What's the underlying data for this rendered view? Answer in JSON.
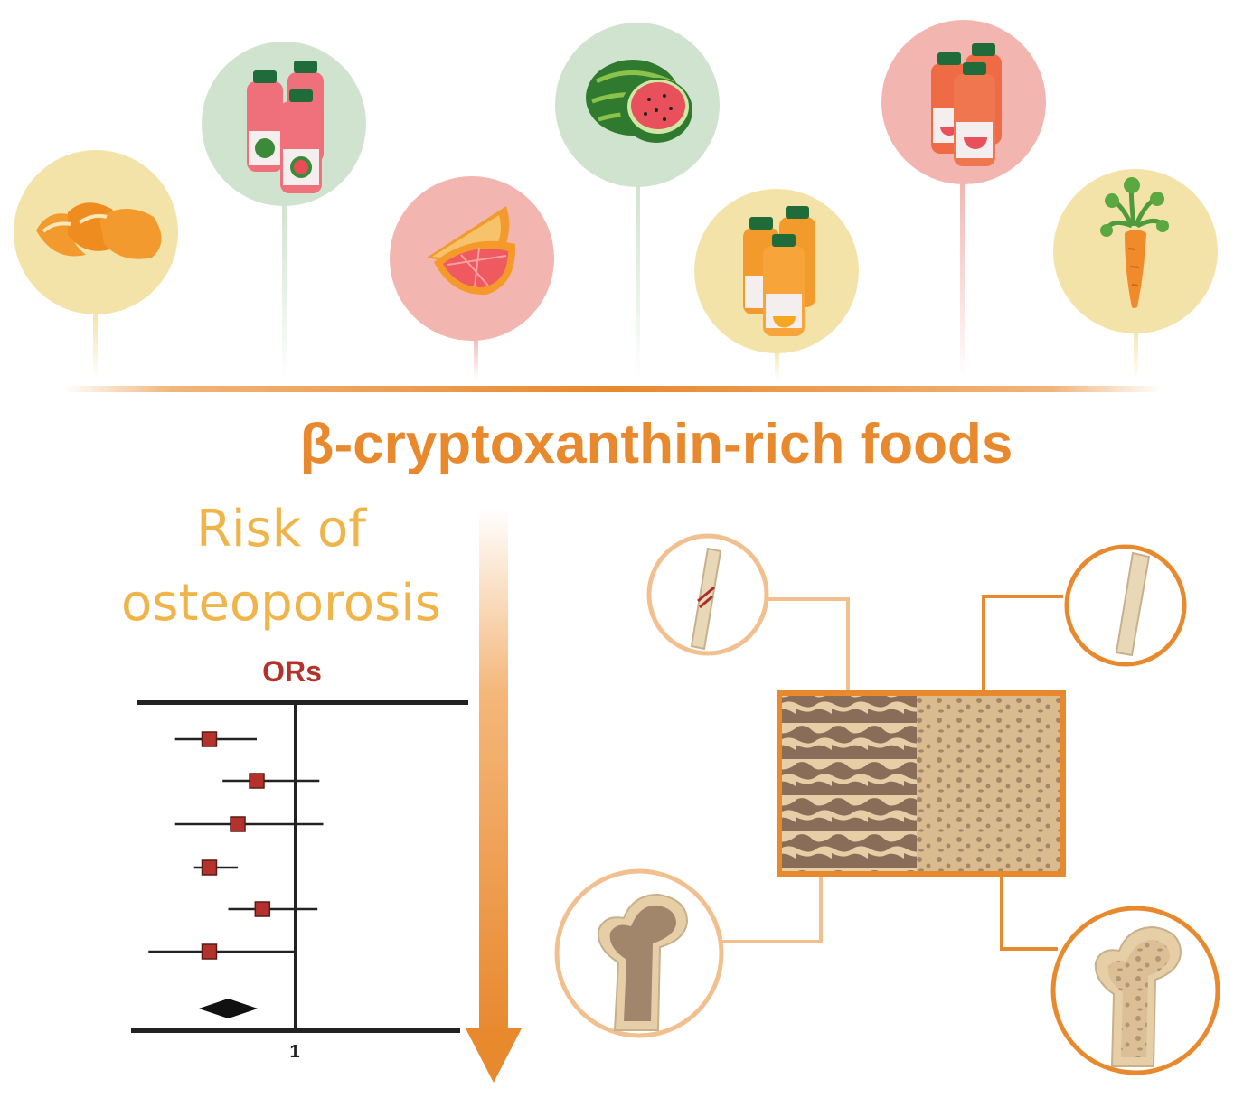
{
  "title": "β-cryptoxanthin-rich foods",
  "risk_label_line1": "Risk of",
  "risk_label_line2": "osteoporosis",
  "ors_label": "ORs",
  "axis_tick": "1",
  "colors": {
    "orange": "#e8892e",
    "light_orange": "#f2c08f",
    "yellow_circle": "#f4e3a8",
    "green_circle": "#cfe3cf",
    "pink_circle": "#f2b5b0",
    "marker_red": "#b5322c"
  },
  "foods": [
    {
      "name": "orange-peel",
      "circle": "yellow"
    },
    {
      "name": "watermelon-juice",
      "circle": "green"
    },
    {
      "name": "grapefruit",
      "circle": "pink"
    },
    {
      "name": "watermelon",
      "circle": "green"
    },
    {
      "name": "orange-juice",
      "circle": "yellow"
    },
    {
      "name": "grapefruit-juice",
      "circle": "pink"
    },
    {
      "name": "carrot",
      "circle": "yellow"
    }
  ],
  "chart_data": {
    "type": "forest",
    "reference_value": 1,
    "x_tick_labels": [
      "1"
    ],
    "title": "ORs",
    "studies": [
      {
        "or": 0.55,
        "ci": [
          0.37,
          0.8
        ]
      },
      {
        "or": 0.8,
        "ci": [
          0.62,
          1.13
        ]
      },
      {
        "or": 0.7,
        "ci": [
          0.37,
          1.15
        ]
      },
      {
        "or": 0.55,
        "ci": [
          0.47,
          0.7
        ]
      },
      {
        "or": 0.83,
        "ci": [
          0.65,
          1.12
        ]
      },
      {
        "or": 0.55,
        "ci": [
          0.23,
          1.0
        ]
      }
    ],
    "pooled": {
      "or": 0.65,
      "ci": [
        0.59,
        0.71
      ]
    }
  }
}
